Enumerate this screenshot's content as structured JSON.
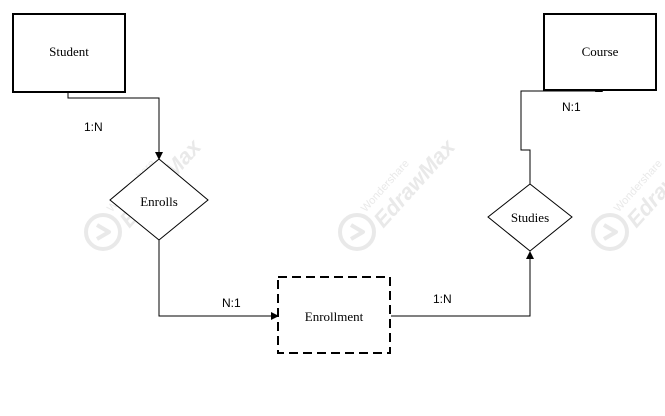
{
  "entities": {
    "student": "Student",
    "course": "Course",
    "enrollment": "Enrollment"
  },
  "relationships": {
    "enrolls": "Enrolls",
    "studies": "Studies"
  },
  "cardinalities": {
    "student_enrolls": "1:N",
    "enrolls_enrollment": "N:1",
    "enrollment_studies": "1:N",
    "studies_course": "N:1"
  },
  "watermark": {
    "brand": "Wondershare",
    "product": "EdrawMax",
    "color": "#e9e9e9"
  }
}
